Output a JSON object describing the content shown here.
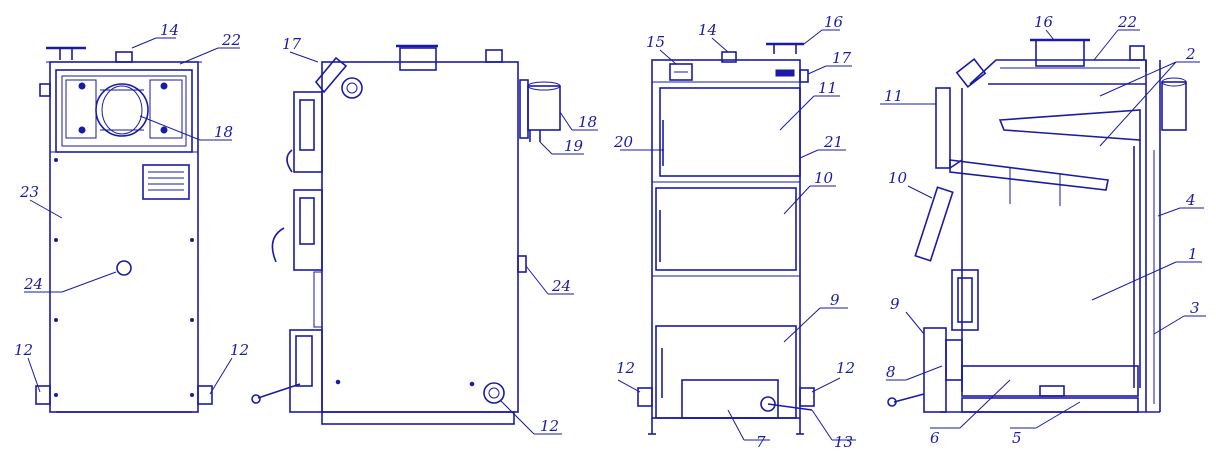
{
  "views": [
    {
      "id": "rear",
      "labels": [
        "14",
        "22",
        "18",
        "23",
        "24",
        "12",
        "12"
      ]
    },
    {
      "id": "side",
      "labels": [
        "17",
        "18",
        "19",
        "24",
        "12"
      ]
    },
    {
      "id": "front",
      "labels": [
        "15",
        "14",
        "16",
        "17",
        "11",
        "20",
        "21",
        "10",
        "9",
        "12",
        "12",
        "7",
        "13"
      ]
    },
    {
      "id": "section",
      "labels": [
        "16",
        "22",
        "2",
        "11",
        "4",
        "10",
        "1",
        "9",
        "3",
        "8",
        "6",
        "5"
      ]
    }
  ],
  "callouts": {
    "v1_14": "14",
    "v1_22": "22",
    "v1_18": "18",
    "v1_23": "23",
    "v1_24": "24",
    "v1_12a": "12",
    "v1_12b": "12",
    "v2_17": "17",
    "v2_18": "18",
    "v2_19": "19",
    "v2_24": "24",
    "v2_12": "12",
    "v3_15": "15",
    "v3_14": "14",
    "v3_16": "16",
    "v3_17": "17",
    "v3_11": "11",
    "v3_20": "20",
    "v3_21": "21",
    "v3_10": "10",
    "v3_9": "9",
    "v3_12a": "12",
    "v3_12b": "12",
    "v3_7": "7",
    "v3_13": "13",
    "v4_16": "16",
    "v4_22": "22",
    "v4_2": "2",
    "v4_11": "11",
    "v4_4": "4",
    "v4_10": "10",
    "v4_1": "1",
    "v4_9": "9",
    "v4_3": "3",
    "v4_8": "8",
    "v4_6": "6",
    "v4_5": "5"
  },
  "colors": {
    "line": "#1a1aa6",
    "background": "#ffffff"
  }
}
